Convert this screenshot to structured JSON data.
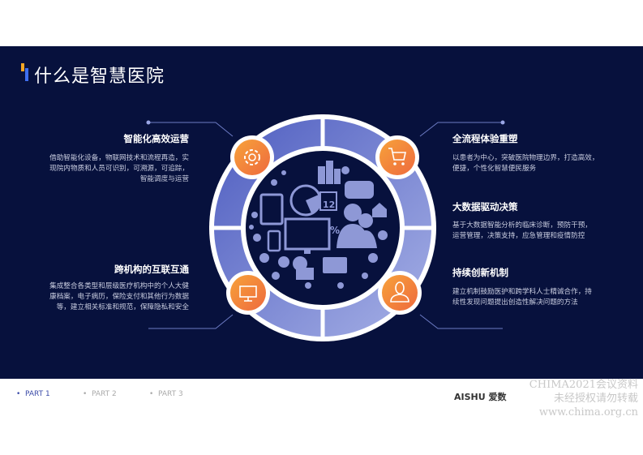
{
  "title": "什么是智慧医院",
  "features": [
    {
      "heading": "智能化高效运营",
      "text": [
        "借助智能化设备，物联网技术和流程再造，实",
        "现院内物质和人员可识别，可溯源，可追踪，",
        "智能调度与运营"
      ],
      "icon": "gear-icon"
    },
    {
      "heading": "跨机构的互联互通",
      "text": [
        "集成整合各类型和层级医疗机构中的个人大健",
        "康档案，电子病历，保险支付和其他行为数据",
        "等，建立相关标准和规范，保障隐私和安全"
      ],
      "icon": "monitor-icon"
    },
    {
      "heading": "全流程体验重塑",
      "text": [
        "以患者为中心，突破医院物理边界，打造高效，",
        "便捷，个性化智慧便民服务"
      ],
      "icon": "cart-icon"
    },
    {
      "heading": "大数据驱动决策",
      "text": [
        "基于大数据智能分析的临床诊断，预防干预，",
        "运营管理，决策支持，应急管理和疫情防控"
      ]
    },
    {
      "heading": "持续创新机制",
      "text": [
        "建立机制鼓励医护和跨学科人士精诚合作，持",
        "续性发现问题提出创造性解决问题的方法"
      ],
      "icon": "user-icon"
    }
  ],
  "center_graphic": {
    "calendar_number": "12",
    "percent": "%"
  },
  "nav": [
    "PART 1",
    "PART 2",
    "PART 3"
  ],
  "nav_active": 0,
  "watermark": [
    "CHIMA2021会议资料",
    "未经授权请勿转载",
    "www.chima.org.cn"
  ],
  "logo": {
    "text": "AISHU 爱数"
  },
  "colors": {
    "background": "#07113d",
    "ring": "#6b7bd0",
    "accent_orange": "#f5913a",
    "nav_active": "#3a4aa8"
  }
}
